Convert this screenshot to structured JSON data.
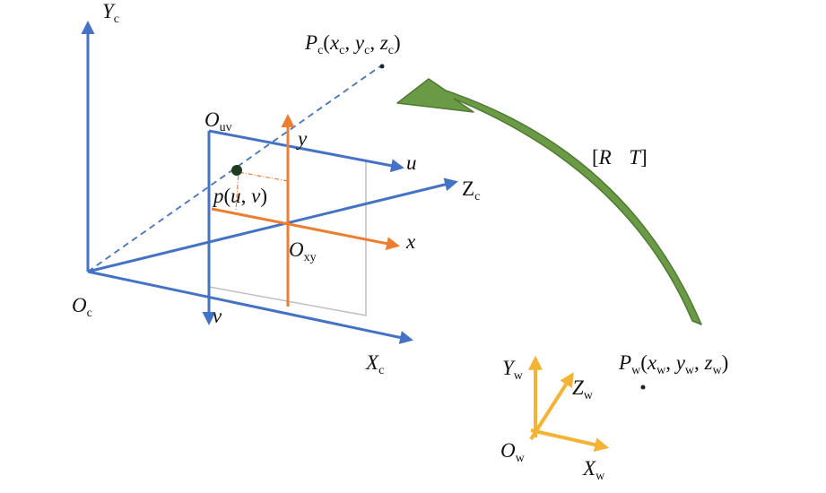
{
  "colors": {
    "camera_axes": "#4472c4",
    "image_axes": "#ed7d31",
    "world_axes": "#f5b335",
    "transform_arrow": "#6a9a45",
    "plane_frame": "#bfbfbf"
  },
  "labels": {
    "Yc": {
      "main": "Y",
      "sub": "c"
    },
    "Xc": {
      "main": "X",
      "sub": "c"
    },
    "Zc": {
      "main": "Z",
      "sub": "c"
    },
    "Oc": {
      "main": "O",
      "sub": "c"
    },
    "Ouv": {
      "main": "O",
      "sub": "uv"
    },
    "Oxy": {
      "main": "O",
      "sub": "xy"
    },
    "u": "u",
    "v": "v",
    "x": "x",
    "y": "y",
    "p": {
      "main": "p",
      "open": "(",
      "u": "u",
      "sep": ", ",
      "v": "v",
      "close": ")"
    },
    "Pc": {
      "main": "P",
      "sub": "c",
      "open": "(",
      "x": "x",
      "xs": "c",
      "sep1": ", ",
      "y": "y",
      "ys": "c",
      "sep2": ", ",
      "z": "z",
      "zs": "c",
      "close": ")"
    },
    "Pw": {
      "main": "P",
      "sub": "w",
      "open": "(",
      "x": "x",
      "xs": "w",
      "sep1": ", ",
      "y": "y",
      "ys": "w",
      "sep2": ", ",
      "z": "z",
      "zs": "w",
      "close": ")"
    },
    "RT": {
      "open": "[",
      "R": "R",
      "gap": "  ",
      "T": "T",
      "close": "]"
    },
    "Yw": {
      "main": "Y",
      "sub": "w"
    },
    "Zw": {
      "main": "Z",
      "sub": "w"
    },
    "Xw": {
      "main": "X",
      "sub": "w"
    },
    "Ow": {
      "main": "O",
      "sub": "w"
    }
  }
}
